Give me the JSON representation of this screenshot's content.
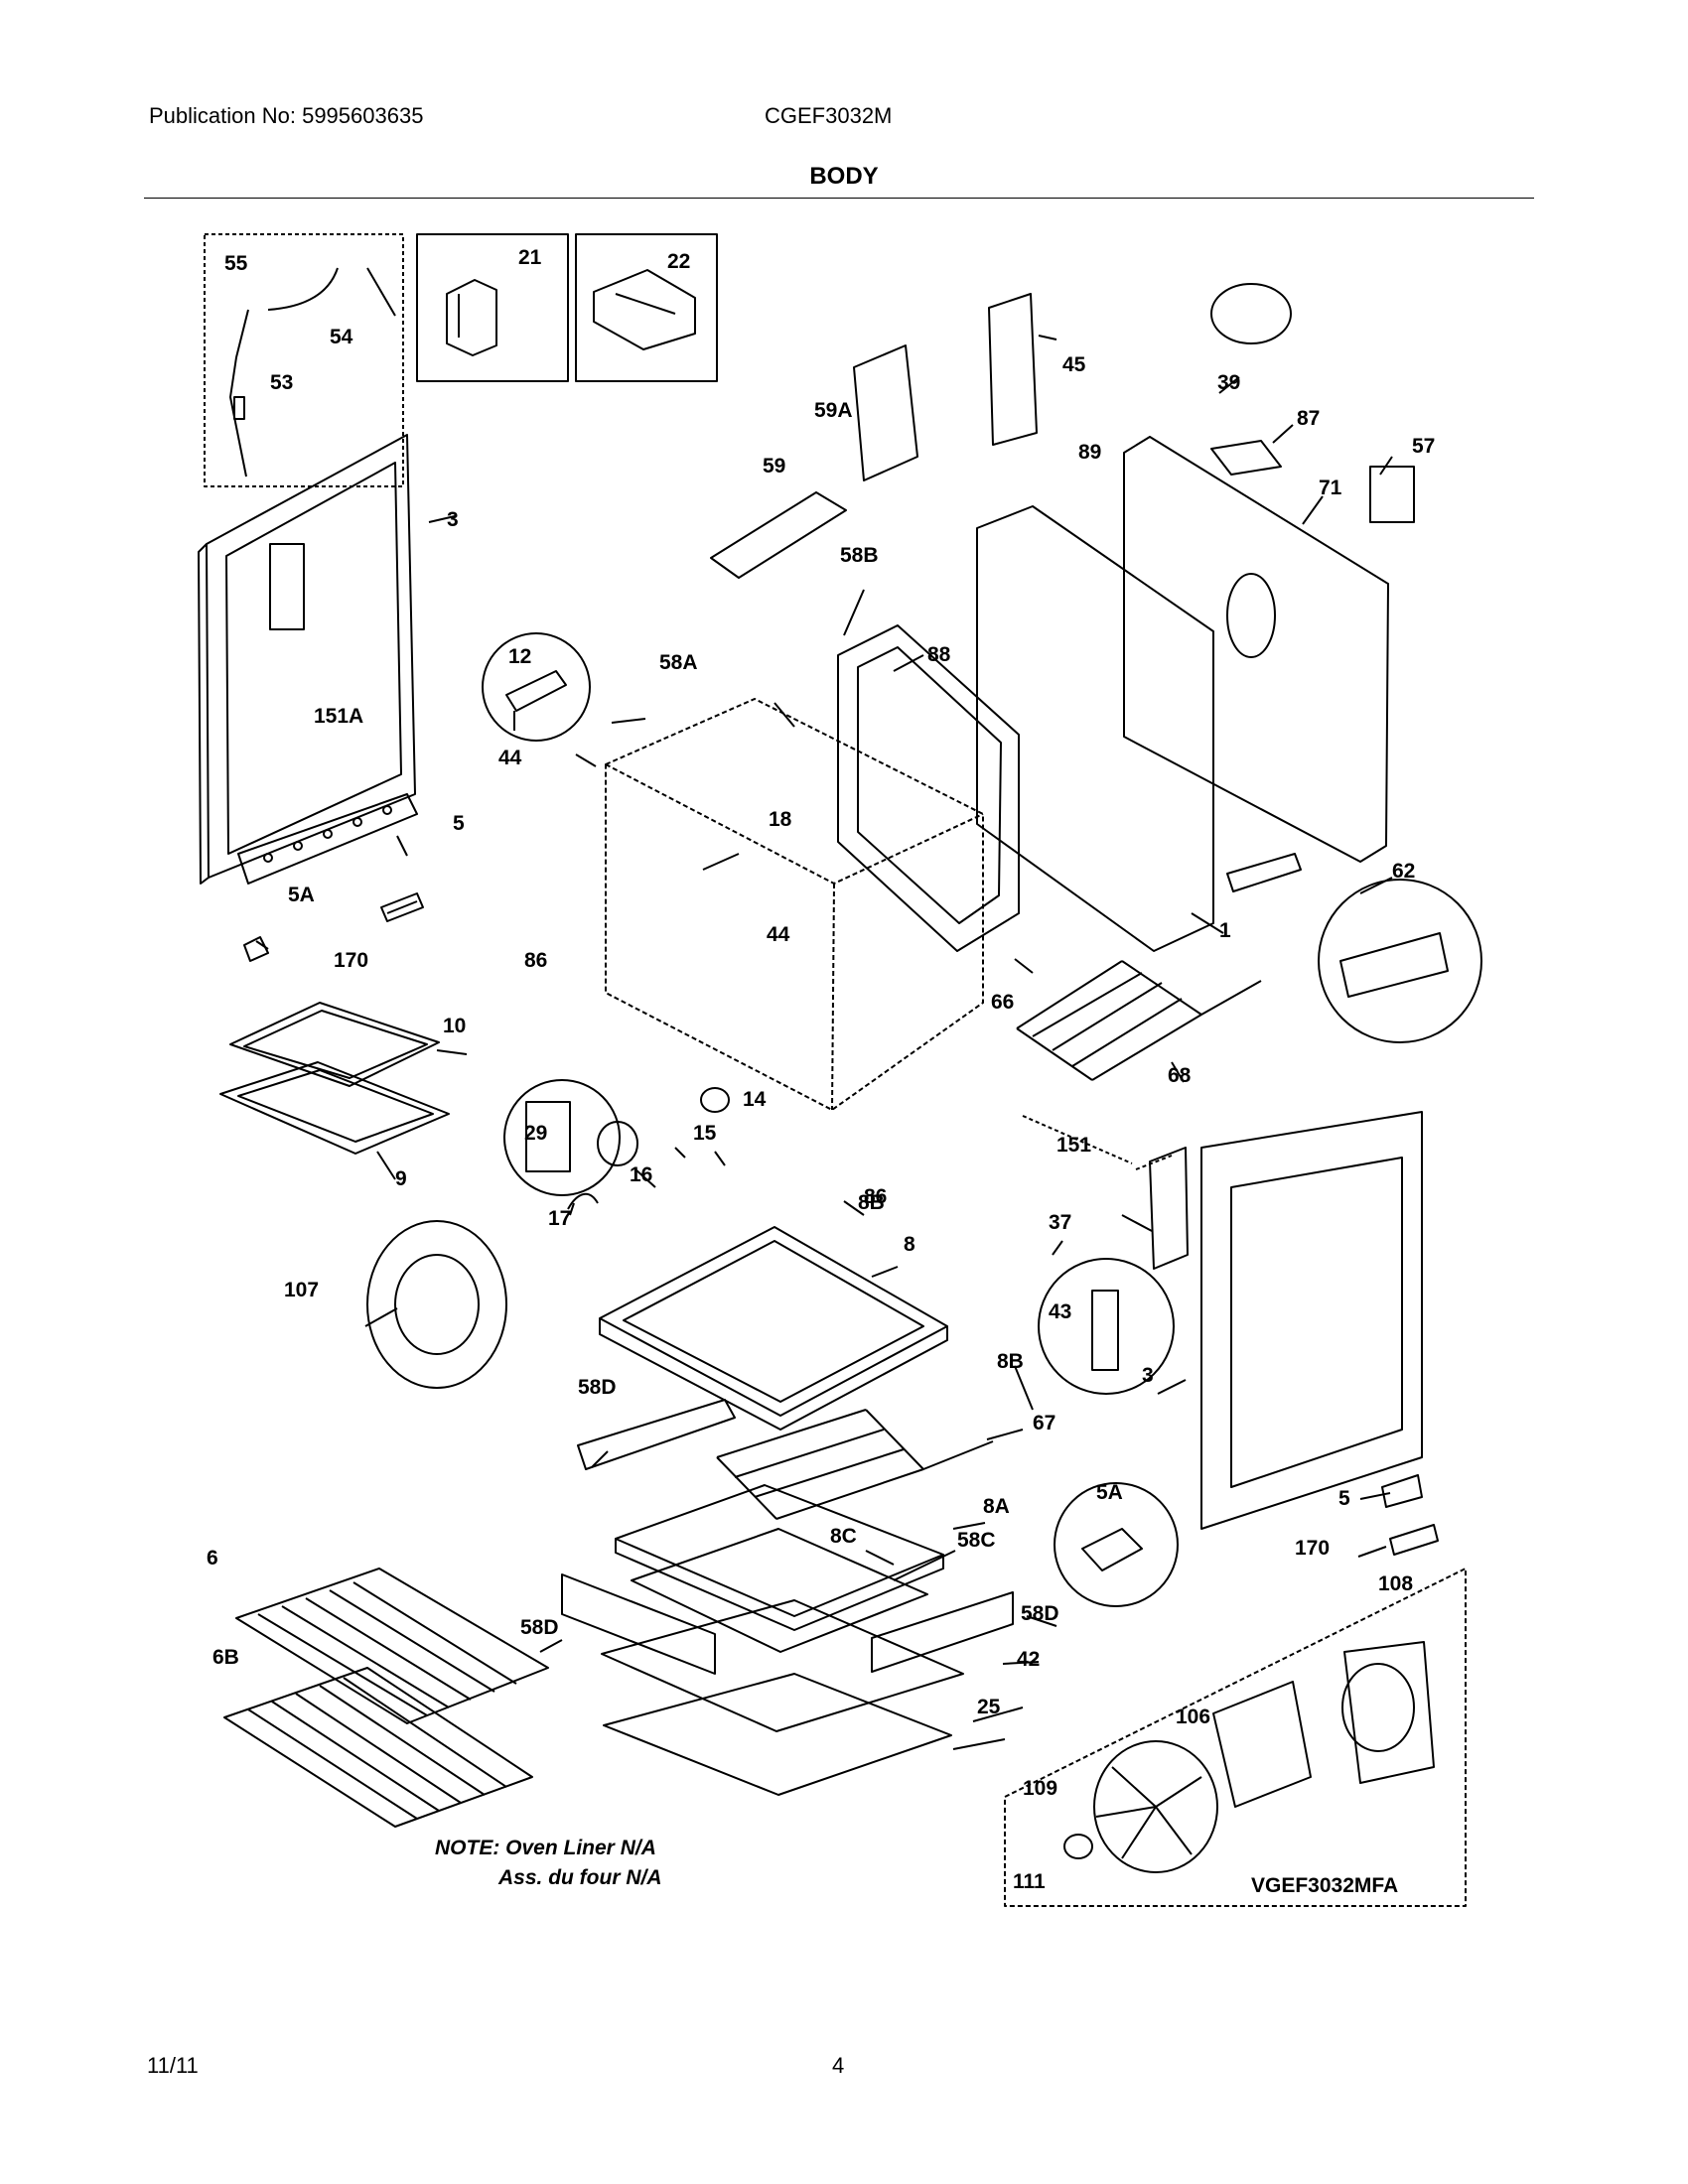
{
  "header": {
    "publication": "Publication No: 5995603635",
    "model": "CGEF3032M",
    "title": "BODY"
  },
  "labels": [
    "55",
    "21",
    "22",
    "54",
    "53",
    "3",
    "151A",
    "12",
    "44",
    "5",
    "5A",
    "170",
    "86",
    "58A",
    "18",
    "58B",
    "88",
    "59A",
    "59",
    "45",
    "39",
    "87",
    "57",
    "89",
    "71",
    "62",
    "1",
    "66",
    "68",
    "44",
    "10",
    "9",
    "29",
    "14",
    "15",
    "16",
    "17",
    "86",
    "8B",
    "107",
    "8",
    "151",
    "37",
    "43",
    "8B",
    "3",
    "58D",
    "67",
    "8A",
    "8C",
    "58C",
    "58D",
    "5A",
    "5",
    "170",
    "6",
    "58D",
    "42",
    "6B",
    "25",
    "108",
    "106",
    "109",
    "111"
  ],
  "note_line1": "NOTE: Oven Liner N/A",
  "note_line2": "Ass. du four N/A",
  "diagram_code": "VGEF3032MFA",
  "footer": {
    "date": "11/11",
    "page": "4"
  }
}
